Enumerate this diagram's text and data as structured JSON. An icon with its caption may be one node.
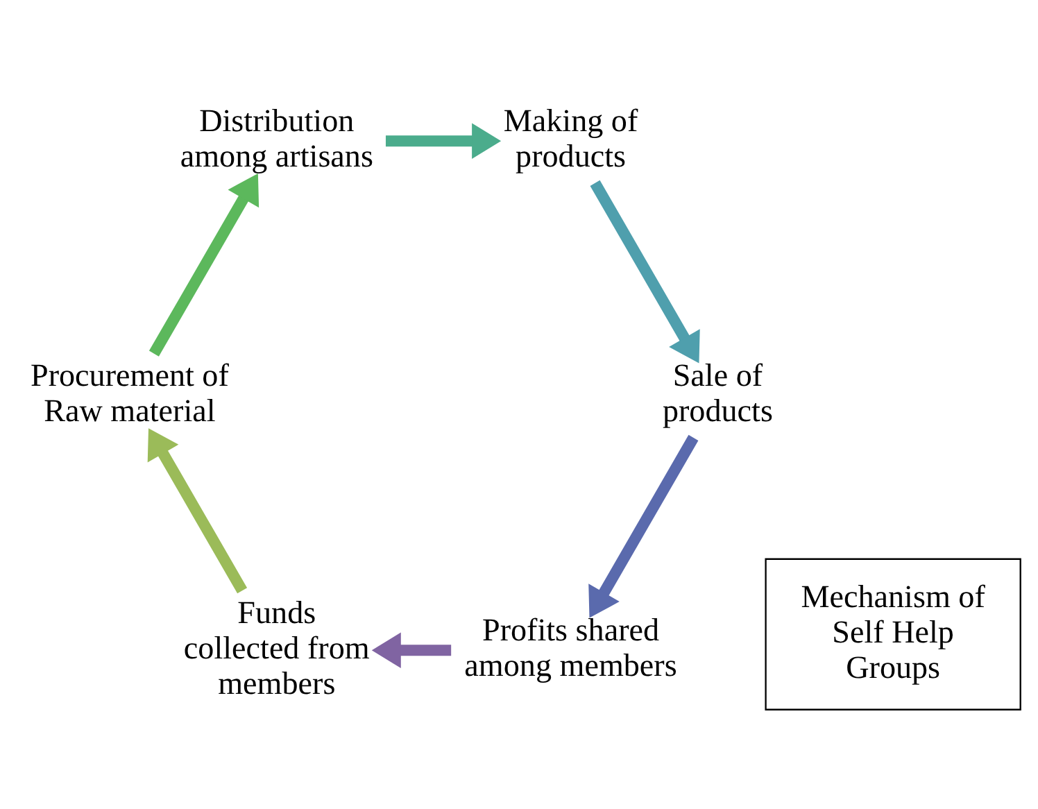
{
  "diagram": {
    "nodes": [
      {
        "text": [
          "Profits shared among members"
        ]
      },
      {
        "text": [
          "Funds collected from members"
        ]
      },
      {
        "text": [
          "Sale of products"
        ]
      },
      {
        "text": [
          "Mechanism of Self Help Groups"
        ]
      },
      {
        "text": [
          "Procurement of Raw material"
        ]
      },
      {
        "text": [
          "Making of products"
        ]
      },
      {
        "text": [
          "Distribution among artisans"
        ]
      }
    ],
    "edges": [
      {
        "from": 0,
        "to": 1,
        "arrow": "to",
        "color": "#8064a2"
      },
      {
        "from": 1,
        "to": 4,
        "arrow": "to",
        "color": "#9bbb59"
      },
      {
        "from": 4,
        "to": 6,
        "arrow": "to",
        "color": "#5cb85c"
      },
      {
        "from": 6,
        "to": 5,
        "arrow": "to",
        "color": "#4bac8c"
      },
      {
        "from": 5,
        "to": 2,
        "arrow": "to",
        "color": "#4f9fad"
      },
      {
        "from": 2,
        "to": 0,
        "arrow": "to",
        "color": "#5a6aad"
      }
    ]
  }
}
